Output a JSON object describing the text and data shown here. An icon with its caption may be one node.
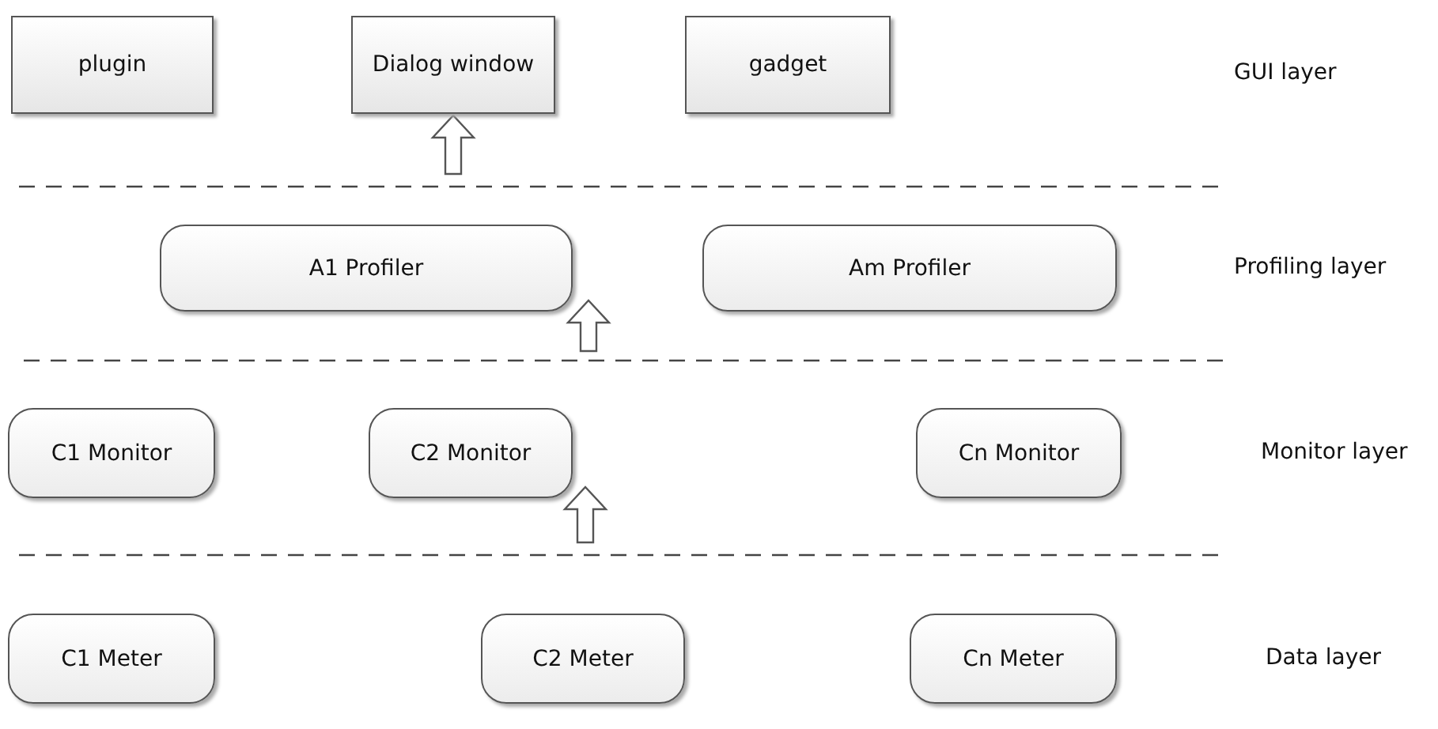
{
  "diagram": {
    "nodes": [
      {
        "text": [
          "plugin"
        ]
      },
      {
        "text": [
          "Dialog window"
        ]
      },
      {
        "text": [
          "gadget"
        ]
      },
      {
        "text": [
          "A1 Profiler"
        ]
      },
      {
        "text": [
          "Am Profiler"
        ]
      },
      {
        "text": [
          "C1 Monitor"
        ]
      },
      {
        "text": [
          "C2 Monitor"
        ]
      },
      {
        "text": [
          "Cn Monitor"
        ]
      },
      {
        "text": [
          "C1 Meter"
        ]
      },
      {
        "text": [
          "C2 Meter"
        ]
      },
      {
        "text": [
          "Cn Meter"
        ]
      }
    ],
    "edges": [
      {
        "from": null,
        "to": 1,
        "arrow": "to"
      }
    ],
    "labels": [
      "GUI layer",
      "Profiling layer",
      "Monitor layer",
      "Data layer"
    ]
  }
}
